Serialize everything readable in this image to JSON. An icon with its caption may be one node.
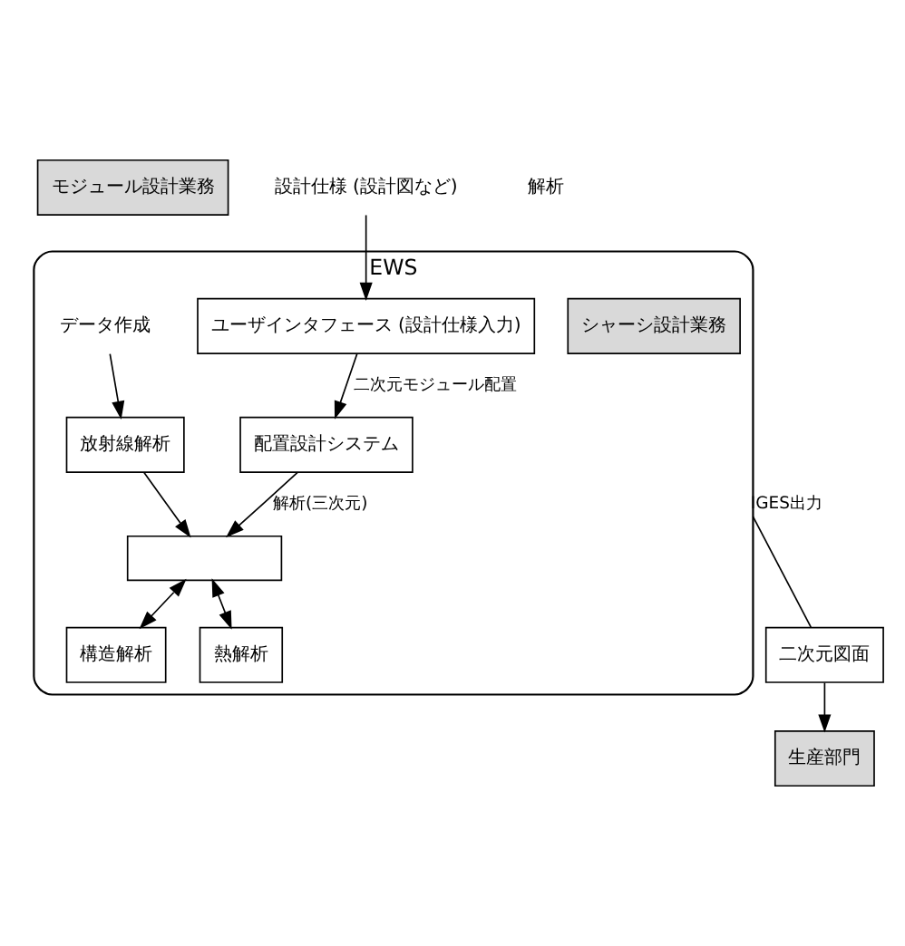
{
  "diagram": {
    "nodes": [
      {
        "text": [
          "モジュール設計業務"
        ]
      },
      {
        "text": [
          "EWS"
        ]
      },
      {
        "text": [
          "シャーシ設計業務"
        ],
        "in": 1
      },
      {
        "text": [
          "設計仕様 (設計図など)"
        ]
      },
      {
        "text": [
          "ユーザインタフェース (設計仕様入力)"
        ],
        "in": 1
      },
      {
        "text": [
          "配置設計システム"
        ],
        "in": 1
      },
      {
        "text": [
          "データ作成"
        ],
        "in": 1
      },
      {
        "text": [],
        "shape": "box",
        "in": 1
      },
      {
        "text": [
          "構造解析"
        ],
        "in": 1
      },
      {
        "text": [
          "熱解析"
        ],
        "in": 1
      },
      {
        "text": [
          "放射線解析"
        ],
        "in": 1
      },
      {
        "text": [
          "二次元図面"
        ]
      },
      {
        "text": [
          "生産部門"
        ]
      }
    ],
    "edges": [
      {
        "from": 3,
        "to": 4,
        "arrow": "to"
      },
      {
        "from": 4,
        "to": 5,
        "arrow": "to",
        "label": "二次元モジュール配置"
      },
      {
        "from": 5,
        "to": 7,
        "arrow": "to",
        "label": "解析(三次元)"
      },
      {
        "from": 6,
        "to": 10,
        "arrow": "to"
      },
      {
        "from": 7,
        "to": 8,
        "arrow": "both"
      },
      {
        "from": 7,
        "to": 9,
        "arrow": "both"
      },
      {
        "from": 10,
        "to": 7,
        "arrow": "to"
      },
      {
        "from": 1,
        "to": 11,
        "arrow": "none",
        "label": "IGES出力"
      },
      {
        "from": 11,
        "to": 12,
        "arrow": "to"
      }
    ],
    "labels": [
      "解析"
    ]
  }
}
